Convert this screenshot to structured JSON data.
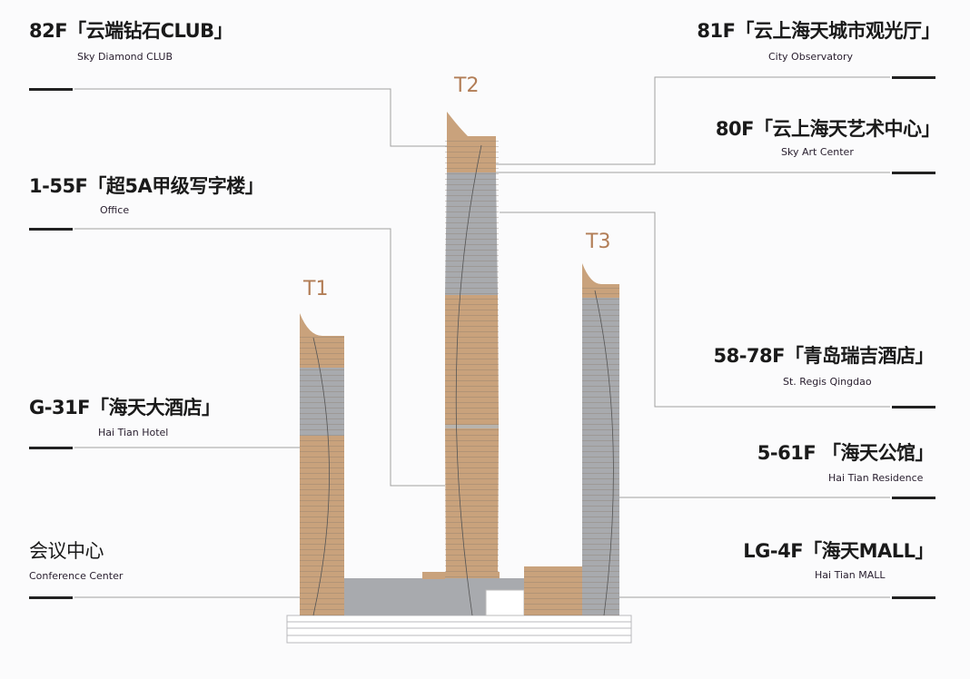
{
  "left_labels": [
    {
      "title": "82F「云端钻石CLUB」",
      "subtitle": "Sky Diamond CLUB"
    },
    {
      "title": "1-55F「超5A甲级写字楼」",
      "subtitle": "Office"
    },
    {
      "title": "G-31F「海天大酒店」",
      "subtitle": "Hai Tian Hotel"
    },
    {
      "title": "会议中心",
      "subtitle": "Conference Center"
    }
  ],
  "right_labels": [
    {
      "title": "81F「云上海天城市观光厅」",
      "subtitle": "City Observatory"
    },
    {
      "title": "80F「云上海天艺术中心」",
      "subtitle": "Sky Art Center"
    },
    {
      "title": "58-78F「青岛瑞吉酒店」",
      "subtitle": "St. Regis Qingdao"
    },
    {
      "title": "5-61F 「海天公馆」",
      "subtitle": "Hai Tian Residence"
    },
    {
      "title": "LG-4F「海天MALL」",
      "subtitle": "Hai Tian MALL"
    }
  ],
  "towers": {
    "t1": "T1",
    "t2": "T2",
    "t3": "T3"
  },
  "colors": {
    "copper": "#c9a27c",
    "grey": "#a8aaae",
    "tower_label": "#b27d56",
    "leader": "#9a9a9a"
  }
}
